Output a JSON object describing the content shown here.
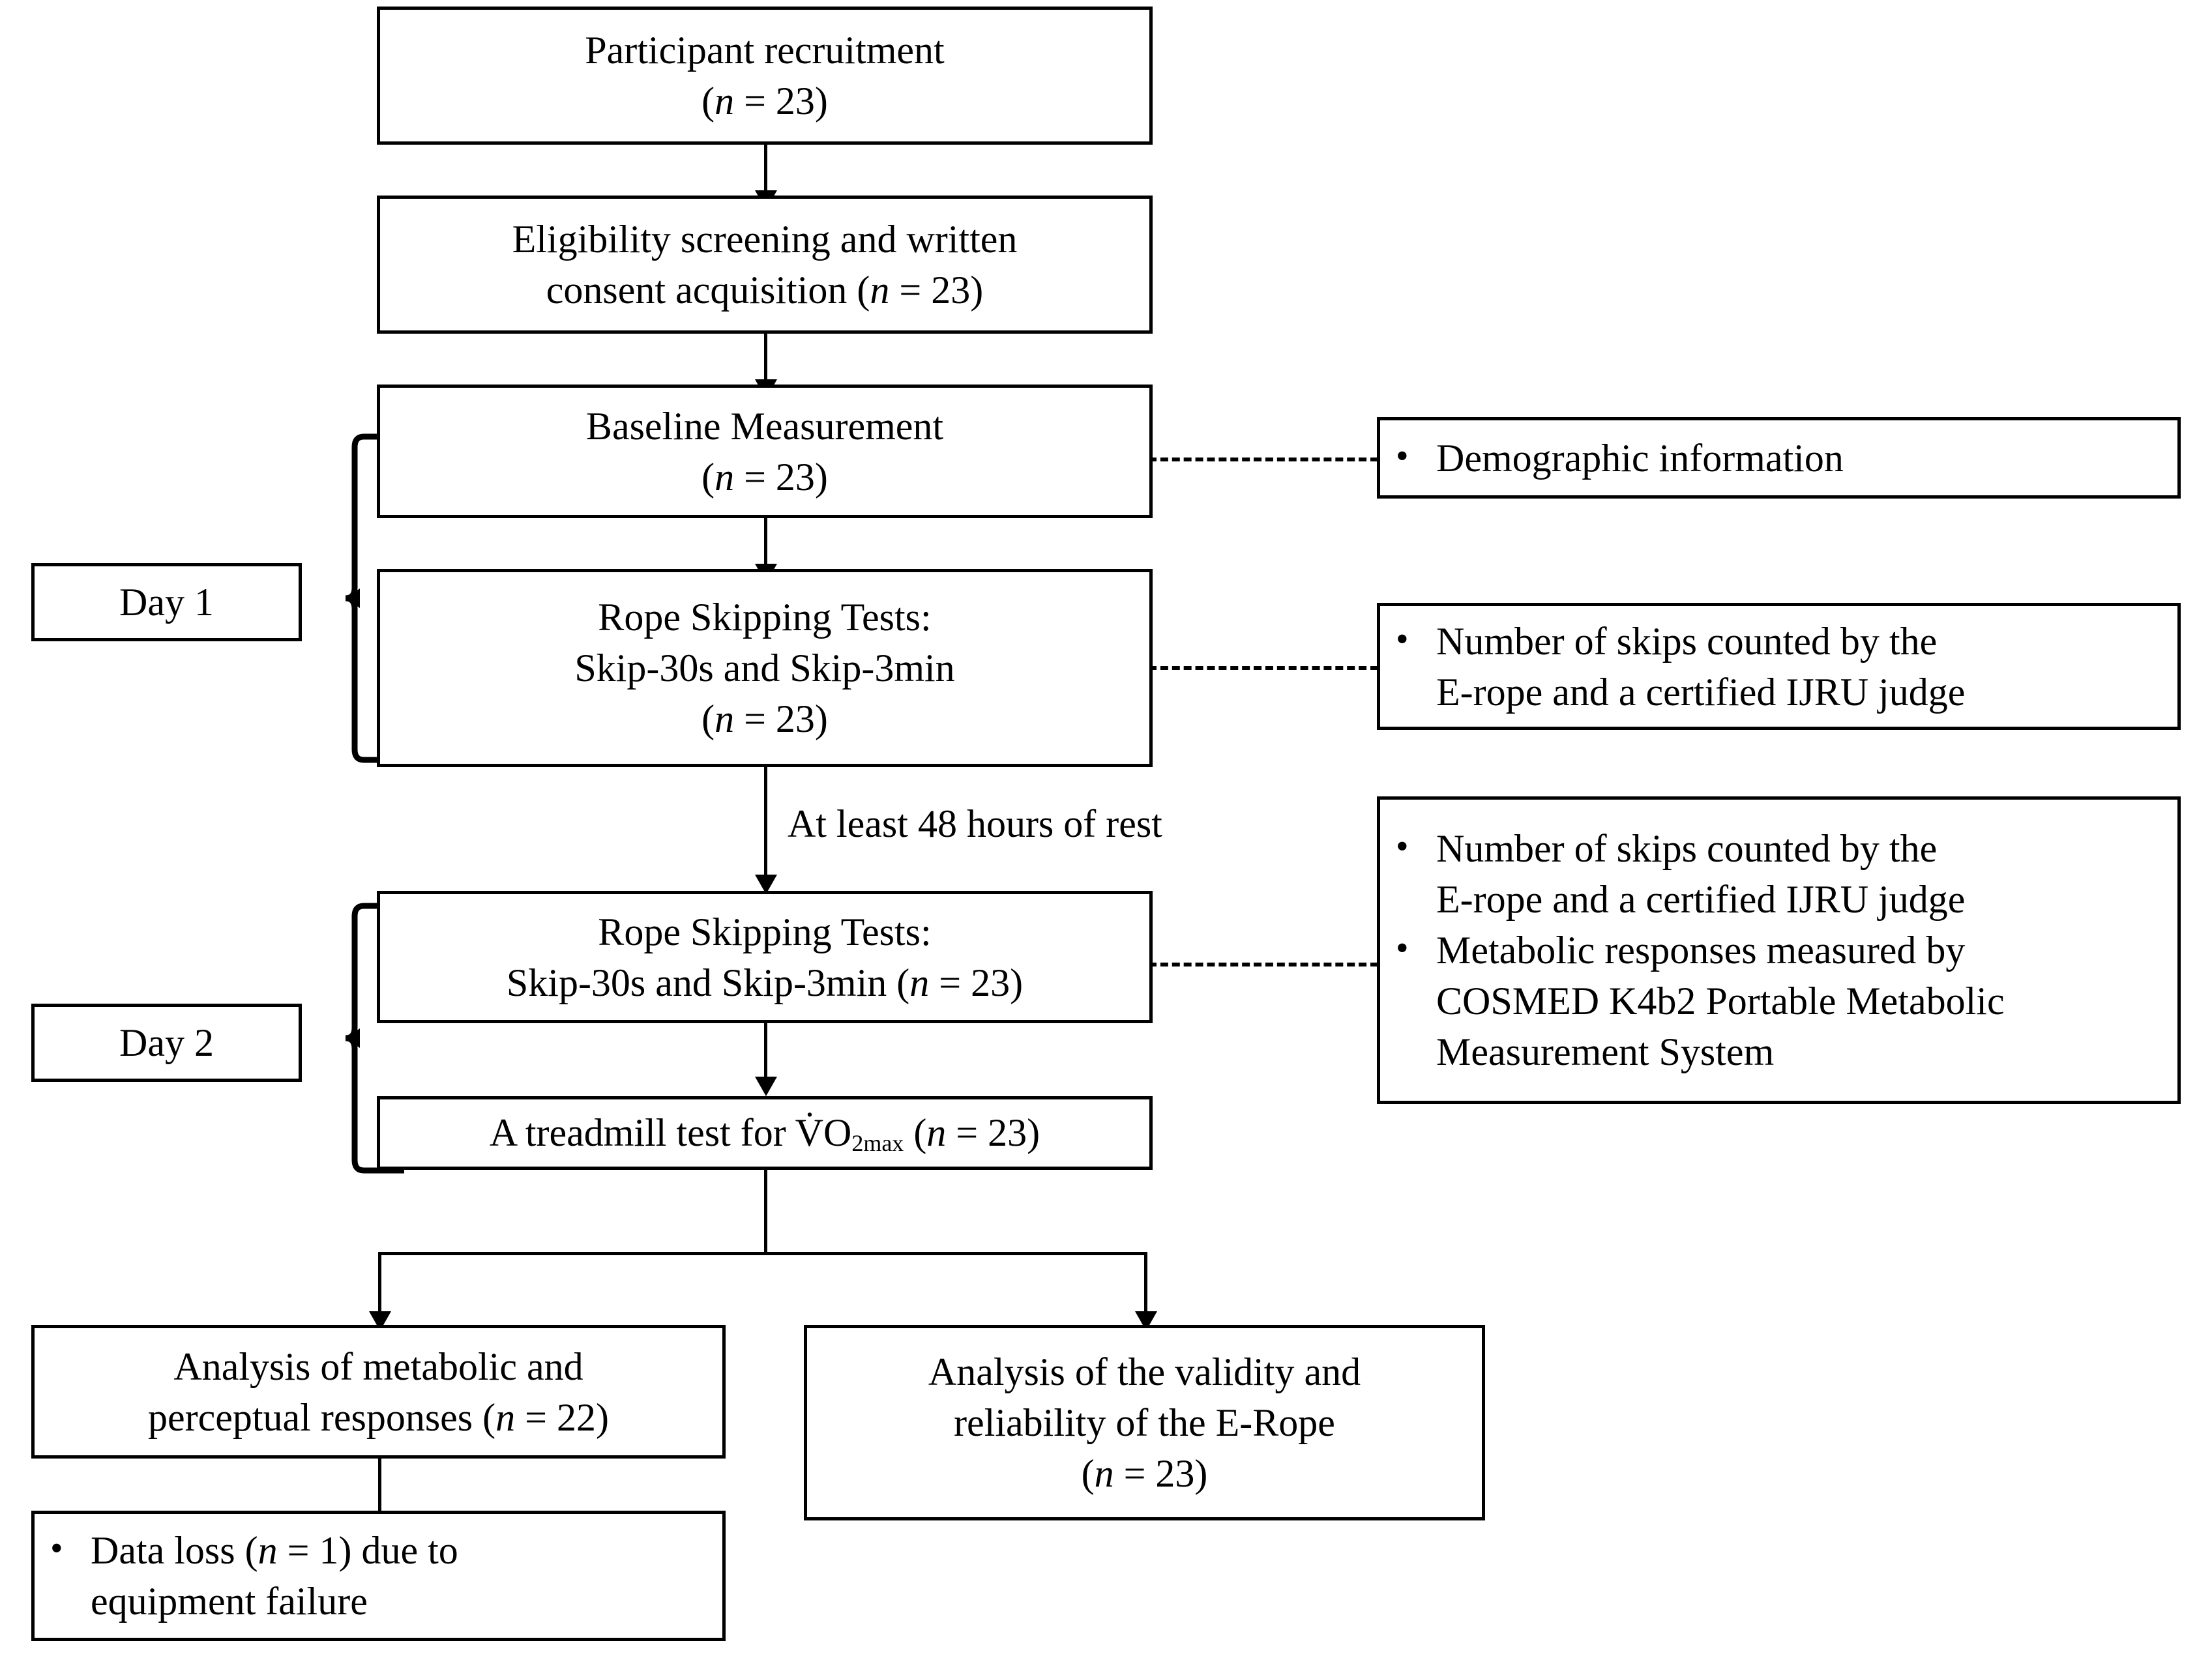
{
  "diagram": {
    "title": "Study design flowchart",
    "nodes": {
      "recruitment": {
        "l1": "Participant recruitment",
        "l2": "(n = 23)"
      },
      "screening": {
        "l1": "Eligibility screening and written",
        "l2": "consent acquisition (n = 23)"
      },
      "baseline": {
        "l1": "Baseline Measurement",
        "l2": "(n = 23)"
      },
      "rope_day1": {
        "l1": "Rope Skipping Tests:",
        "l2": "Skip-30s and Skip-3min",
        "l3": "(n = 23)"
      },
      "rope_day2": {
        "l1": "Rope Skipping Tests:",
        "l2": "Skip-30s and Skip-3min (n = 23)"
      },
      "treadmill": {
        "l1": "A treadmill test for V̇O2max (n = 23)"
      },
      "analysis_metabolic": {
        "l1": "Analysis of metabolic and",
        "l2": "perceptual responses (n = 22)"
      },
      "analysis_validity": {
        "l1": "Analysis of the validity and",
        "l2": "reliability of the E-Rope",
        "l3": "(n = 23)"
      }
    },
    "day_labels": {
      "day1": "Day 1",
      "day2": "Day 2"
    },
    "edge_labels": {
      "rest": "At least 48 hours of rest"
    },
    "callouts": {
      "demographic": {
        "bullets": [
          {
            "lines": [
              "Demographic information"
            ]
          }
        ]
      },
      "day1_measures": {
        "bullets": [
          {
            "lines": [
              "Number of skips counted by the",
              "E-rope and a certified IJRU judge"
            ]
          }
        ]
      },
      "day2_measures": {
        "bullets": [
          {
            "lines": [
              "Number of skips counted by the",
              "E-rope and a certified IJRU judge"
            ]
          },
          {
            "lines": [
              "Metabolic responses measured by",
              "COSMED K4b2 Portable Metabolic",
              "Measurement System"
            ]
          }
        ]
      },
      "data_loss": {
        "bullets": [
          {
            "lines": [
              "Data loss (n = 1) due to",
              "equipment failure"
            ]
          }
        ]
      }
    },
    "bullet_glyph": "•",
    "colors": {
      "stroke": "#000000",
      "background": "#ffffff",
      "text": "#000000"
    }
  }
}
